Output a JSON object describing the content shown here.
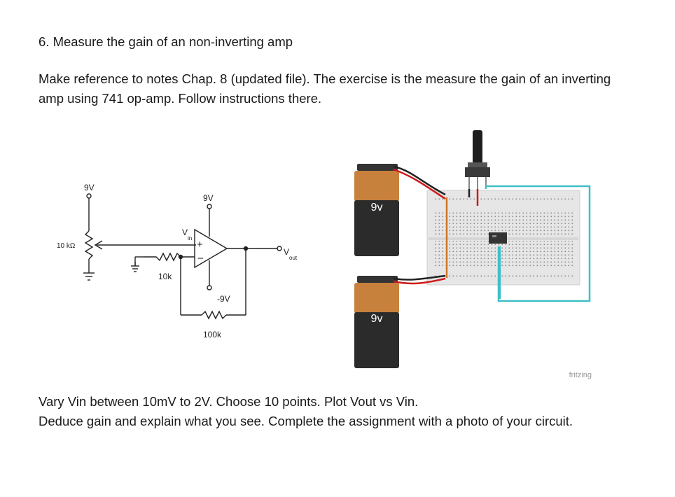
{
  "task": {
    "title": "6. Measure the gain of an non-inverting amp",
    "instructions": "Make reference to notes Chap. 8 (updated file). The exercise is the measure the gain of an inverting amp using 741 op-amp. Follow instructions there.",
    "followup_line1": "Vary Vin between 10mV to 2V. Choose 10 points. Plot Vout vs Vin.",
    "followup_line2": "Deduce gain and explain what you see. Complete the assignment with a photo of your circuit."
  },
  "schematic": {
    "pot_supply": "9V",
    "pot_value": "10 kΩ",
    "opamp_pos_supply": "9V",
    "opamp_neg_supply": "-9V",
    "vin_main": "V",
    "vin_sub": "in",
    "vout_main": "V",
    "vout_sub": "out",
    "r_ground": "10k",
    "r_feedback": "100k",
    "plus_sign": "+",
    "minus_sign": "−"
  },
  "breadboard": {
    "battery_top_label": "9v",
    "battery_bottom_label": "9v",
    "watermark": "fritzing"
  }
}
